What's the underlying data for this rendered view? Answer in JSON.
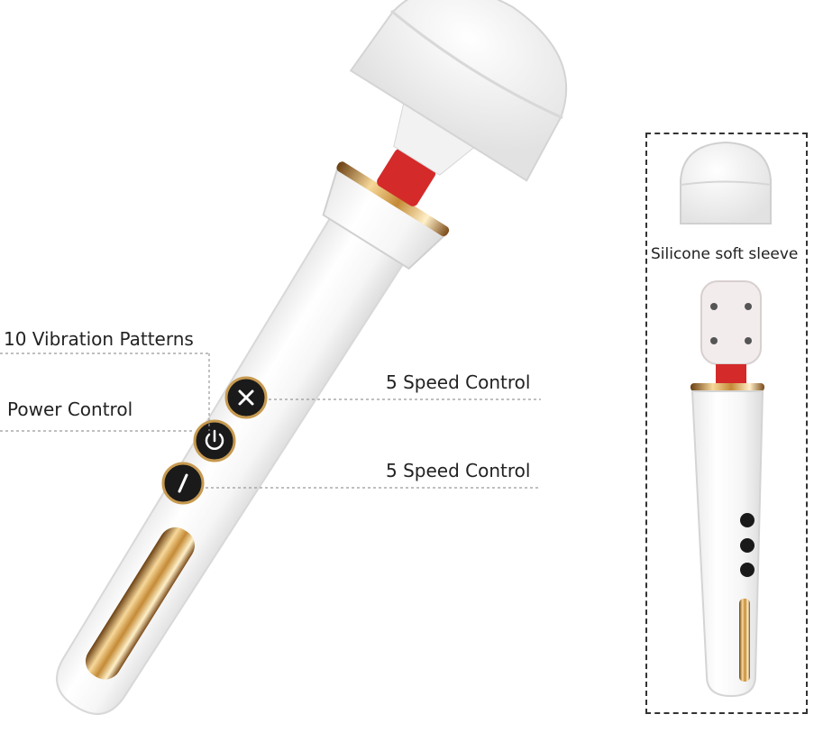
{
  "callouts": {
    "patterns": "10 Vibration Patterns",
    "power": "Power Control",
    "speed_plus": "5 Speed Control",
    "speed_minus": "5 Speed Control"
  },
  "inset": {
    "sleeve_label": "Silicone soft sleeve"
  },
  "colors": {
    "body": "#ffffff",
    "accent_red": "#d42a2a",
    "gold": "#d8a24a",
    "button": "#1a1a1a"
  },
  "icons": [
    "plus-icon",
    "power-icon",
    "minus-icon"
  ]
}
